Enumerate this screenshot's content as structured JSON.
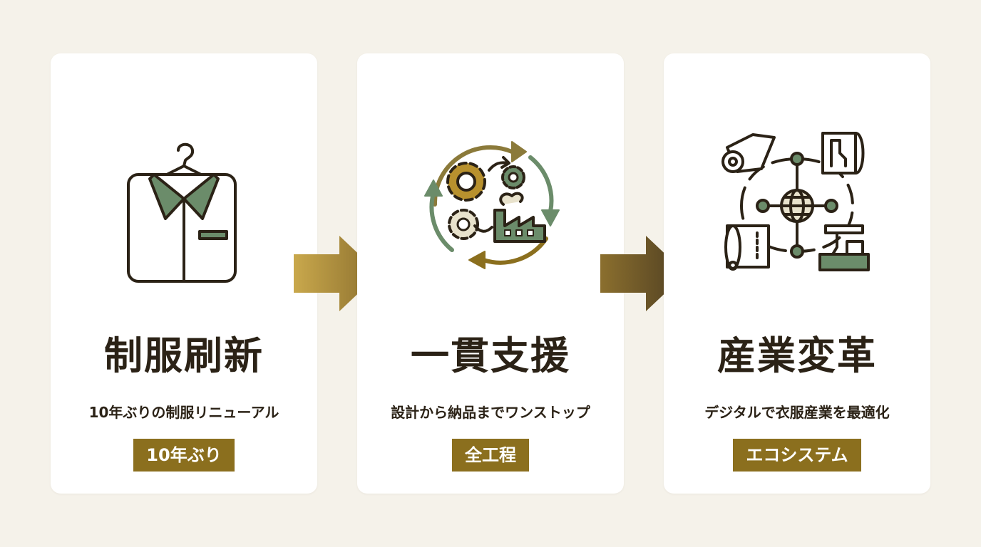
{
  "colors": {
    "background": "#f5f2ea",
    "card": "#ffffff",
    "ink": "#2b2216",
    "accent_gold": "#8b6f1e",
    "accent_green": "#6b8c6a",
    "arrow_gradient_start": "#c9a84c",
    "arrow_gradient_end": "#5c4a2b"
  },
  "steps": [
    {
      "icon": "shirt-on-hanger-icon",
      "title": "制服刷新",
      "subtitle": "10年ぶりの制服リニューアル",
      "badge": "10年ぶり"
    },
    {
      "icon": "gears-cycle-factory-icon",
      "title": "一貫支援",
      "subtitle": "設計から納品までワンストップ",
      "badge": "全工程"
    },
    {
      "icon": "global-network-ecosystem-icon",
      "title": "産業変革",
      "subtitle": "デジタルで衣服産業を最適化",
      "badge": "エコシステム"
    }
  ],
  "connectors": [
    {
      "icon": "arrow-right-icon"
    },
    {
      "icon": "arrow-right-icon"
    }
  ]
}
